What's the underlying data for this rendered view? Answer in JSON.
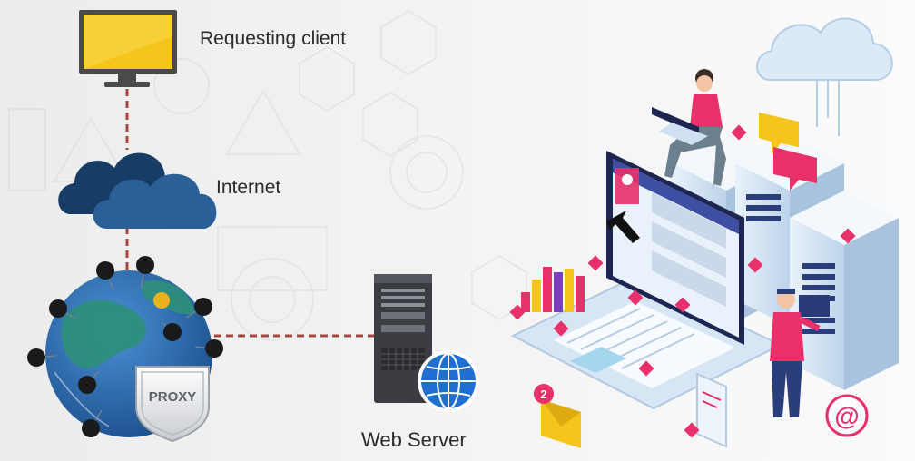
{
  "labels": {
    "requesting_client": "Requesting client",
    "internet": "Internet",
    "web_server": "Web Server",
    "proxy": "PROXY"
  },
  "illustration": {
    "email_badge_count": "2",
    "at_symbol": "@"
  },
  "icons": [
    "monitor-icon",
    "cloud-icon",
    "globe-icon",
    "shield-icon",
    "server-tower-icon",
    "www-globe-icon",
    "laptop-icon",
    "envelope-icon",
    "chat-bubble-icon",
    "at-sign-icon",
    "bar-chart-icon"
  ],
  "colors": {
    "connector": "#a8463c",
    "monitor": "#f5c51c",
    "cloud": "#1e4a78",
    "globe_ocean": "#2a6cb0",
    "globe_land": "#2e8f7a",
    "server": "#3b3d42",
    "accent_pink": "#e8306a"
  }
}
